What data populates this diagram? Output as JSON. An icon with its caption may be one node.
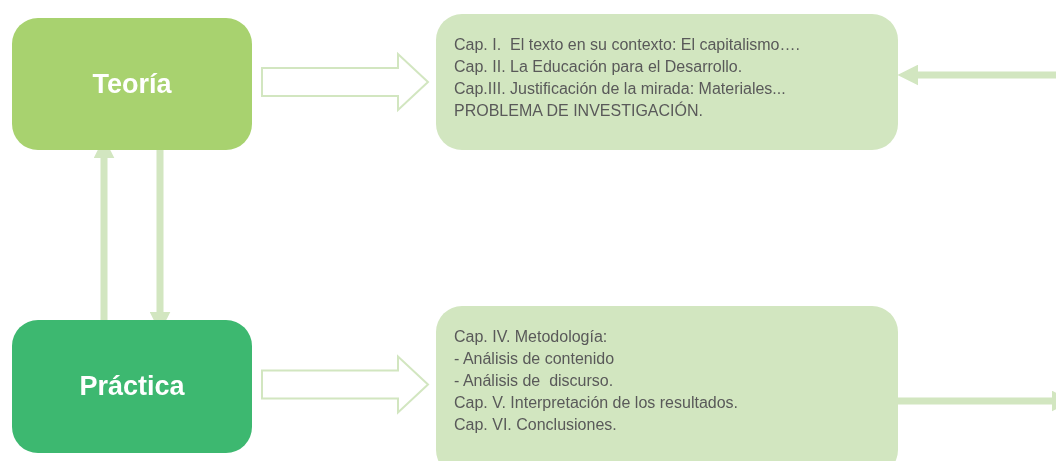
{
  "diagram": {
    "nodes": [
      {
        "text": [
          "Teoría"
        ]
      },
      {
        "text": [
          "Cap. I.  El texto en su contexto: El capitalismo….",
          "Cap. II. La Educación para el Desarrollo.",
          "Cap.III. Justificación de la mirada: Materiales...",
          "PROBLEMA DE INVESTIGACIÓN."
        ]
      },
      {
        "text": [
          "Práctica"
        ]
      },
      {
        "text": [
          "Cap. IV. Metodología:",
          "- Análisis de contenido",
          "- Análisis de  discurso.",
          "Cap. V. Interpretación de los resultados.",
          "Cap. VI. Conclusiones."
        ]
      }
    ],
    "edges": [
      {
        "from": 0,
        "to": 1,
        "arrow": "to"
      },
      {
        "from": 2,
        "to": 3,
        "arrow": "to"
      },
      {
        "from": 2,
        "to": 0,
        "arrow": "to"
      },
      {
        "from": 0,
        "to": 2,
        "arrow": "to"
      },
      {
        "from": null,
        "to": 1,
        "arrow": "to"
      },
      {
        "from": 3,
        "to": null,
        "arrow": "to"
      }
    ]
  }
}
